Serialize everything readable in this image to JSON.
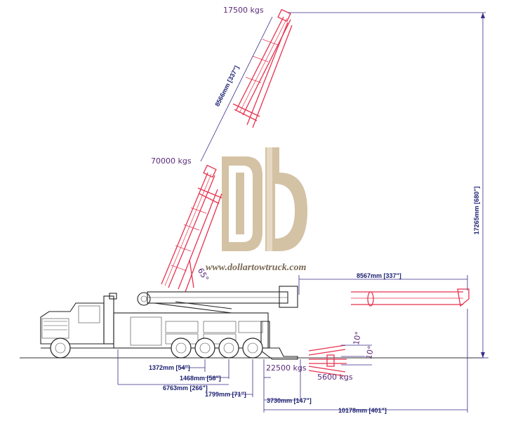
{
  "loads": {
    "top": "17500 kgs",
    "mid": "70000 kgs",
    "rear_low": "22500 kgs",
    "rear_under": "5600 kgs"
  },
  "angles": {
    "boom": "65°",
    "under_a": "10°",
    "under_b": "10°"
  },
  "dimensions": {
    "boom_ext": "8566mm [337\"]",
    "height": "17265mm [680\"]",
    "under_reach": "8567mm [337\"]",
    "d1372": "1372mm [54\"]",
    "d1468": "1468mm [58\"]",
    "d6763": "6763mm [266\"]",
    "d1799": "1799mm [71\"]",
    "d3730": "3730mm [147\"]",
    "d10178": "10178mm [401\"]"
  },
  "watermark": {
    "url": "www.dollartowtruck.com",
    "logo_color": "#cdb896"
  }
}
